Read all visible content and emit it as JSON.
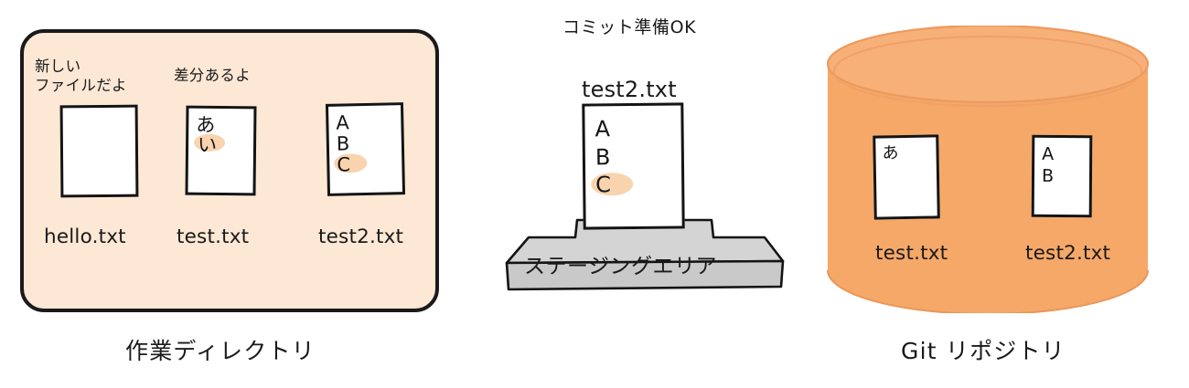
{
  "diagram": {
    "title_center": "コミット準備OK",
    "working_directory": {
      "caption": "作業ディレクトリ",
      "annotations": {
        "new_file": "新しい\nファイルだよ",
        "has_diff": "差分あるよ"
      },
      "files": [
        {
          "label": "hello.txt",
          "lines": []
        },
        {
          "label": "test.txt",
          "lines": [
            "あ",
            "い"
          ],
          "highlighted": [
            "い"
          ]
        },
        {
          "label": "test2.txt",
          "lines": [
            "A",
            "B",
            "C"
          ],
          "highlighted": [
            "C"
          ]
        }
      ]
    },
    "staging_area": {
      "platform_label": "ステージングエリア",
      "file_label": "test2.txt",
      "file_lines": [
        "A",
        "B",
        "C"
      ],
      "highlighted": [
        "C"
      ]
    },
    "git_repository": {
      "caption": "Git リポジトリ",
      "files": [
        {
          "label": "test.txt",
          "lines": [
            "あ"
          ]
        },
        {
          "label": "test2.txt",
          "lines": [
            "A",
            "B"
          ]
        }
      ]
    },
    "colors": {
      "workdir_bg": "#FCE8D5",
      "repo_body": "#F5A867",
      "repo_top": "#F7AF75",
      "highlight": "#F9D3AE",
      "platform_top": "#D4D4D4",
      "platform_front": "#C8C8C8",
      "ink": "#1a1a1a"
    }
  }
}
